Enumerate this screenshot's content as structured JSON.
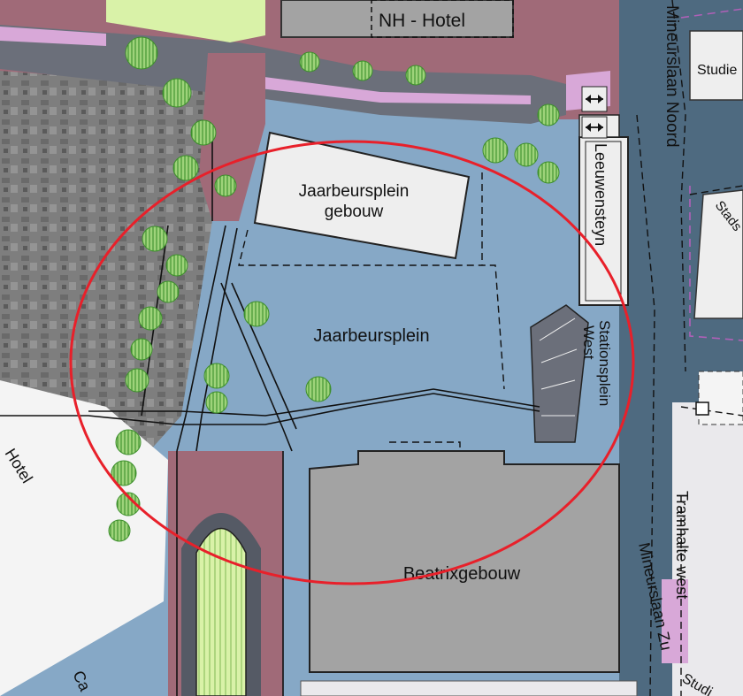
{
  "map": {
    "labels": {
      "nh_hotel": "NH - Hotel",
      "studie": "Studie",
      "mineurslaan_noord": "Mineurslaan Noord",
      "leeuwensteyn": "Leeuwensteyn",
      "stads": "Stads",
      "jaarbeursplein_gebouw_line1": "Jaarbeursplein",
      "jaarbeursplein_gebouw_line2": "gebouw",
      "jaarbeursplein": "Jaarbeursplein",
      "stationsplein_line1": "Stationsplein",
      "stationsplein_line2": "West",
      "hotel": "Hotel",
      "tramhalte_west": "Tramhalte west",
      "beatrixgebouw": "Beatrixgebouw",
      "mineurslaan_zuid": "Mineurslaan Zu",
      "studi": "Studi",
      "ca": "Ca"
    },
    "colors": {
      "plaza_blue": "#86a8c6",
      "road_red": "#a06a78",
      "roadway_gray": "#6b6f7a",
      "building_gray": "#a3a3a3",
      "building_light": "#eeeeee",
      "tram_lane_pink": "#d8a8d8",
      "tram_bay_light": "#eae9ec",
      "lawn_green": "#d9f2a8",
      "tree_green": "#46a035",
      "street_dark": "#4e6a80",
      "aerial_photo": "#7e7e7e",
      "highlight_ellipse": "#e8202a"
    },
    "icons": [
      "double-arrow-icon",
      "tree-icon",
      "north-marker-icon"
    ]
  }
}
